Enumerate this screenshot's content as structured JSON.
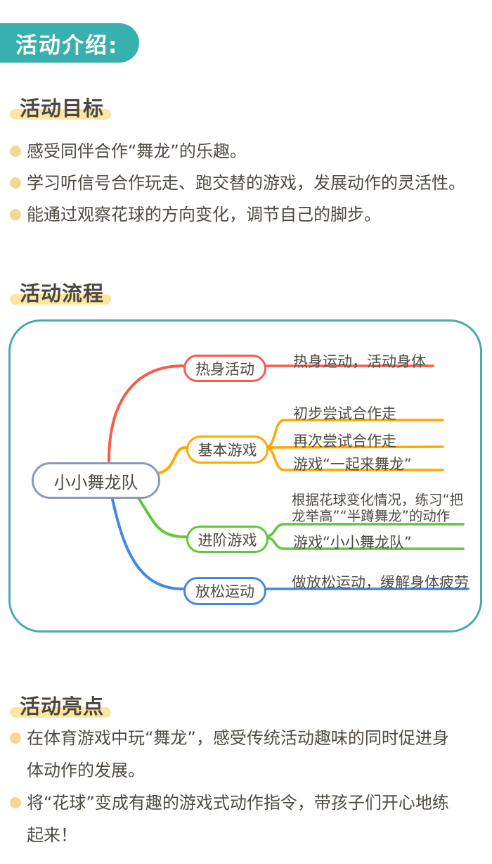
{
  "badge": {
    "label": "活动介绍:",
    "bg_color": "#38b0ae",
    "text_color": "#ffffff"
  },
  "theme": {
    "highlight_color": "#fbe7a3",
    "bullet_dot_color": "#f7d593",
    "text_color": "#4f4a43",
    "frame_color": "#4aaba8"
  },
  "sections": {
    "goals": {
      "title": "活动目标",
      "bullets": [
        "感受同伴合作“舞龙”的乐趣。",
        "学习听信号合作玩走、跑交替的游戏，发展动作的灵活性。",
        "能通过观察花球的方向变化，调节自己的脚步。"
      ]
    },
    "flow": {
      "title": "活动流程"
    },
    "highlights": {
      "title": "活动亮点",
      "bullets": [
        "在体育游戏中玩“舞龙”，感受传统活动趣味的同时促进身体动作的发展。",
        "将“花球”变成有趣的游戏式动作指令，带孩子们开心地练起来！"
      ]
    }
  },
  "mindmap": {
    "root": {
      "label": "小小舞龙队",
      "border_color": "#8d9bb0"
    },
    "branches": [
      {
        "label": "热身活动",
        "color": "#f75c4c",
        "leaves": [
          "热身运动，活动身体"
        ]
      },
      {
        "label": "基本游戏",
        "color": "#ffa800",
        "leaves": [
          "初步尝试合作走",
          "再次尝试合作走",
          "游戏“一起来舞龙”"
        ]
      },
      {
        "label": "进阶游戏",
        "color": "#5fc838",
        "leaves": [
          "根据花球变化情况，练习“把\n龙举高”“半蹲舞龙”的动作",
          "游戏“小小舞龙队”"
        ]
      },
      {
        "label": "放松运动",
        "color": "#4287ea",
        "leaves": [
          "做放松运动，缓解身体疲劳"
        ]
      }
    ]
  }
}
